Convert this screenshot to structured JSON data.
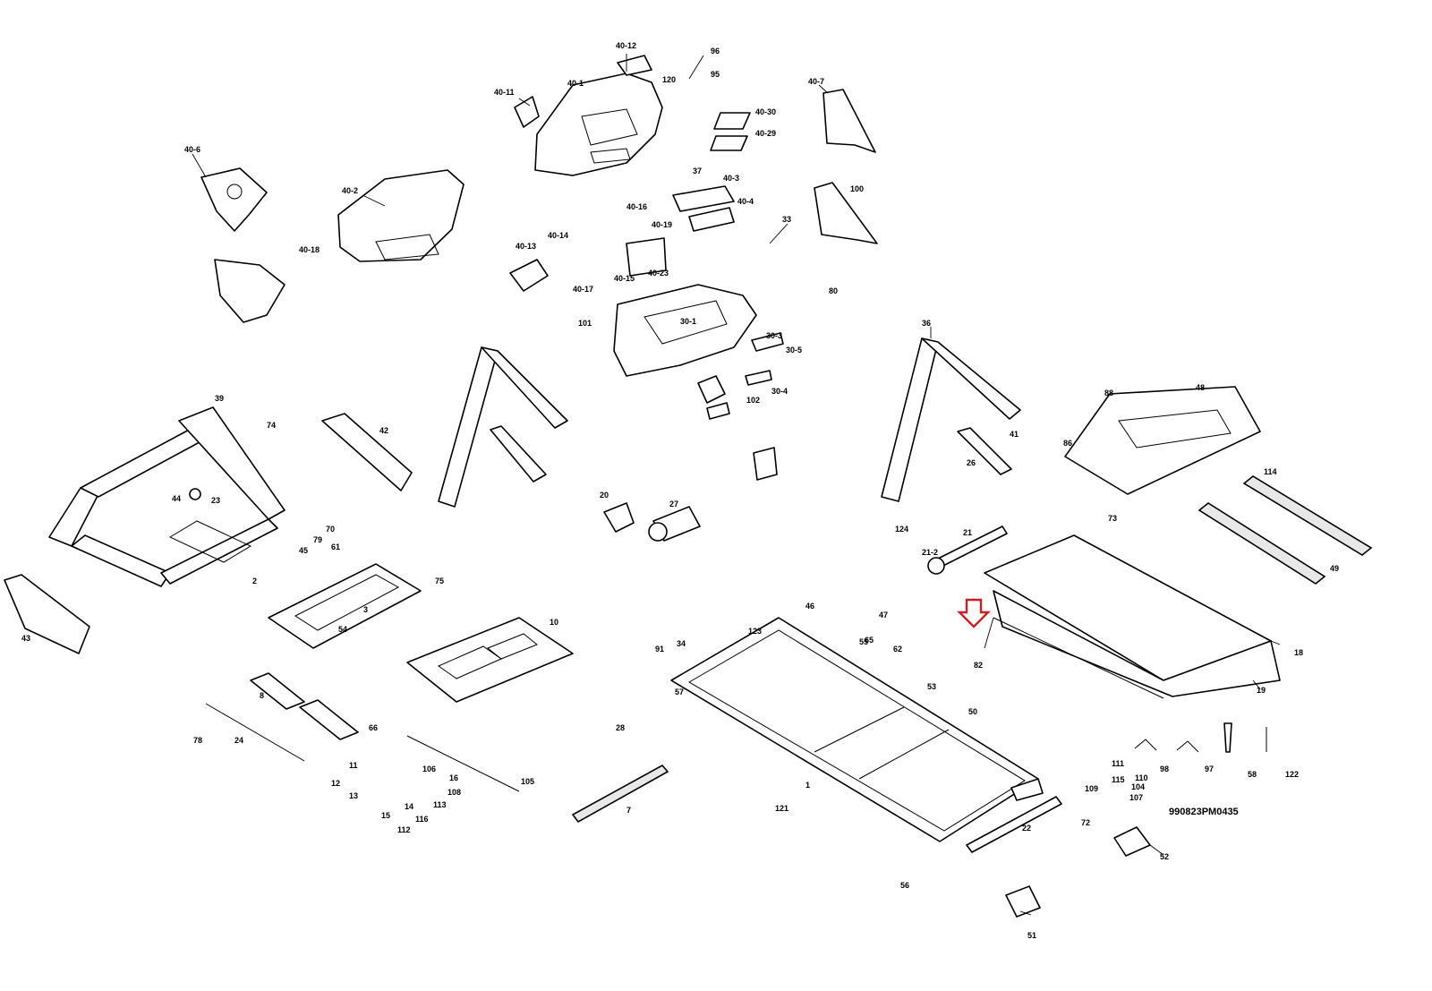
{
  "drawing_code": "990823PM0435",
  "highlight_color": "#cc1f1f",
  "labels": [
    "40-12",
    "96",
    "95",
    "40-1",
    "120",
    "40-11",
    "40-7",
    "40-30",
    "40-29",
    "40-6",
    "40-2",
    "37",
    "40-3",
    "40-4",
    "100",
    "40-16",
    "40-18",
    "40-19",
    "33",
    "40-13",
    "40-14",
    "40-15",
    "40-23",
    "40-17",
    "101",
    "30-1",
    "30-3",
    "30-5",
    "30-4",
    "102",
    "36",
    "41",
    "26",
    "48",
    "88",
    "114",
    "49",
    "73",
    "18",
    "19",
    "21",
    "21-2",
    "124",
    "20",
    "27",
    "39",
    "43",
    "42",
    "2",
    "3",
    "10",
    "11",
    "12",
    "13",
    "14",
    "15",
    "16",
    "24",
    "8",
    "23",
    "44",
    "45",
    "79",
    "70",
    "61",
    "74",
    "1",
    "22",
    "51",
    "52",
    "7",
    "121",
    "108",
    "113",
    "112",
    "116",
    "106",
    "105",
    "110",
    "111",
    "115",
    "107",
    "104",
    "109",
    "72",
    "97",
    "98",
    "58",
    "122",
    "80",
    "62",
    "78",
    "75",
    "82",
    "47",
    "50",
    "55",
    "54",
    "57",
    "56",
    "123",
    "86",
    "53",
    "65",
    "66",
    "91",
    "46",
    "34",
    "28"
  ]
}
